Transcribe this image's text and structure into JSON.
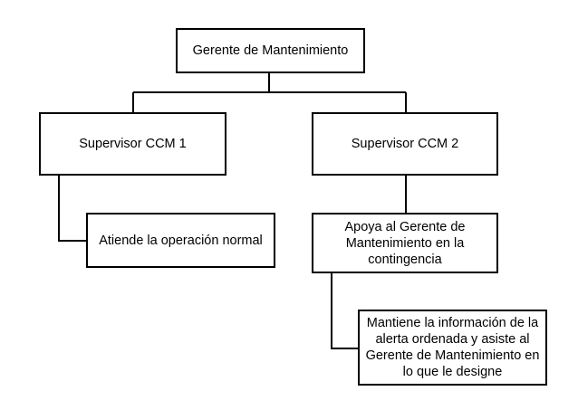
{
  "org_chart": {
    "nodes": {
      "gerente": "Gerente de Mantenimiento",
      "supervisor_1": "Supervisor CCM 1",
      "supervisor_2": "Supervisor CCM 2",
      "atiende": "Atiende la operación normal",
      "apoya": "Apoya al Gerente de Mantenimiento en la contingencia",
      "mantiene": "Mantiene la información de la alerta ordenada y asiste al Gerente de Mantenimiento en lo que le designe"
    }
  },
  "colors": {
    "line": "#000000",
    "box_border": "#000000",
    "box_fill": "#ffffff"
  }
}
